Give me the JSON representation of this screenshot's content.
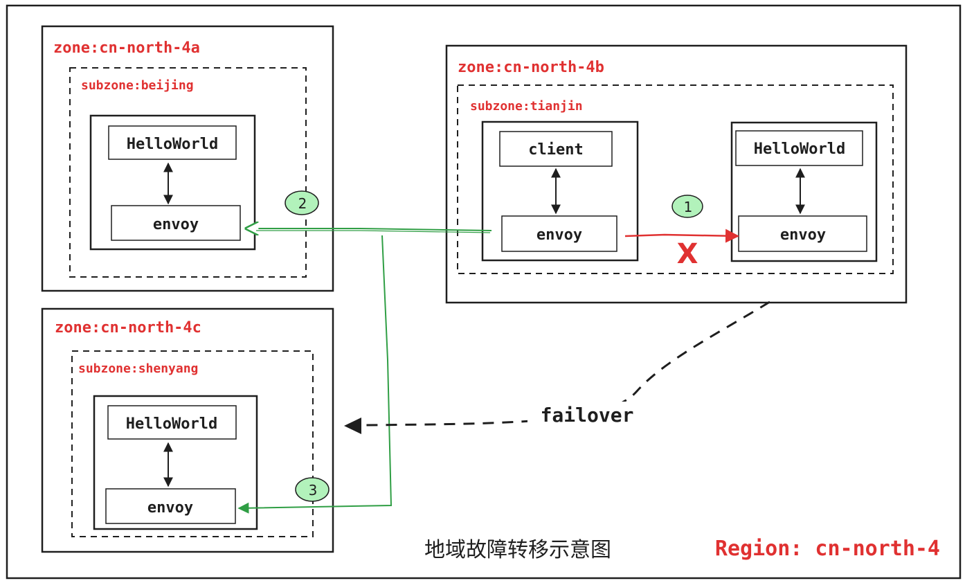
{
  "diagram": {
    "title": "地域故障转移示意图",
    "region_label": "Region: cn-north-4",
    "failover_label": "failover",
    "failed_marker": "X",
    "zones": [
      {
        "zone_label": "zone:cn-north-4a",
        "subzone_label": "subzone:beijing",
        "service": "HelloWorld",
        "proxy": "envoy",
        "step": "2"
      },
      {
        "zone_label": "zone:cn-north-4b",
        "subzone_label": "subzone:tianjin",
        "client": "client",
        "client_proxy": "envoy",
        "service": "HelloWorld",
        "proxy": "envoy",
        "step": "1"
      },
      {
        "zone_label": "zone:cn-north-4c",
        "subzone_label": "subzone:shenyang",
        "service": "HelloWorld",
        "proxy": "envoy",
        "step": "3"
      }
    ],
    "colors": {
      "zone_label": "#e03131",
      "success_arrow": "#2f9e44",
      "fail_arrow": "#e03131",
      "step_badge_fill": "#b2f2bb",
      "stroke": "#1e1e1e"
    }
  }
}
